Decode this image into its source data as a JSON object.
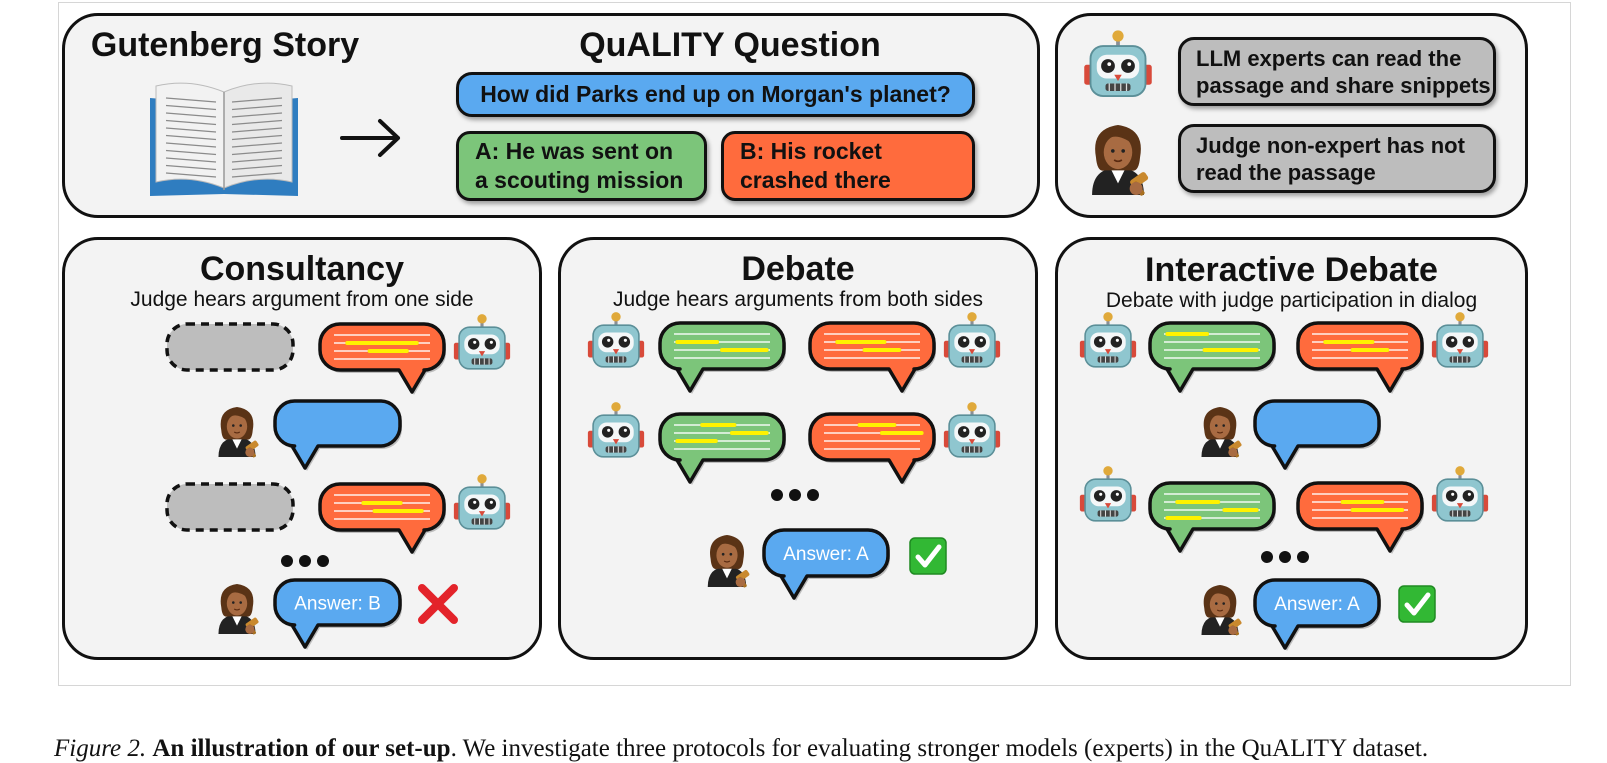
{
  "colors": {
    "blue": "#5AA9F0",
    "green": "#7CC57A",
    "orange": "#FF6B3D",
    "gray": "#BDBDBD",
    "panel": "#F3F3F3",
    "highlight": "#FFF200",
    "check": "#32B834",
    "cross": "#E3232A"
  },
  "top": {
    "story_title": "Gutenberg Story",
    "question_title": "QuALITY Question",
    "question": "How did Parks end up on Morgan's planet?",
    "option_a": [
      "A: He was sent on",
      "a scouting mission"
    ],
    "option_b": [
      "B: His rocket",
      "crashed there"
    ],
    "arrow_icon": "right-arrow-icon",
    "book_icon": "open-book-icon"
  },
  "roles": {
    "expert_text": [
      "LLM experts can read the",
      "passage and share snippets"
    ],
    "judge_text": [
      "Judge non-expert has not",
      "read the passage"
    ],
    "robot_icon": "robot-icon",
    "judge_icon": "judge-icon"
  },
  "protocols": {
    "consultancy": {
      "title": "Consultancy",
      "subtitle": "Judge hears argument from one side",
      "answer": "Answer: B",
      "verdict_icon": "cross-icon"
    },
    "debate": {
      "title": "Debate",
      "subtitle": "Judge hears arguments from both sides",
      "answer": "Answer: A",
      "verdict_icon": "check-icon"
    },
    "interactive": {
      "title": "Interactive Debate",
      "subtitle": "Debate with judge participation in dialog",
      "answer": "Answer: A",
      "verdict_icon": "check-icon"
    }
  },
  "caption": {
    "label": "Figure 2.",
    "bold": "An illustration of our set-up",
    "rest": ". We investigate three protocols for evaluating stronger models (experts) in the QuALITY dataset."
  }
}
